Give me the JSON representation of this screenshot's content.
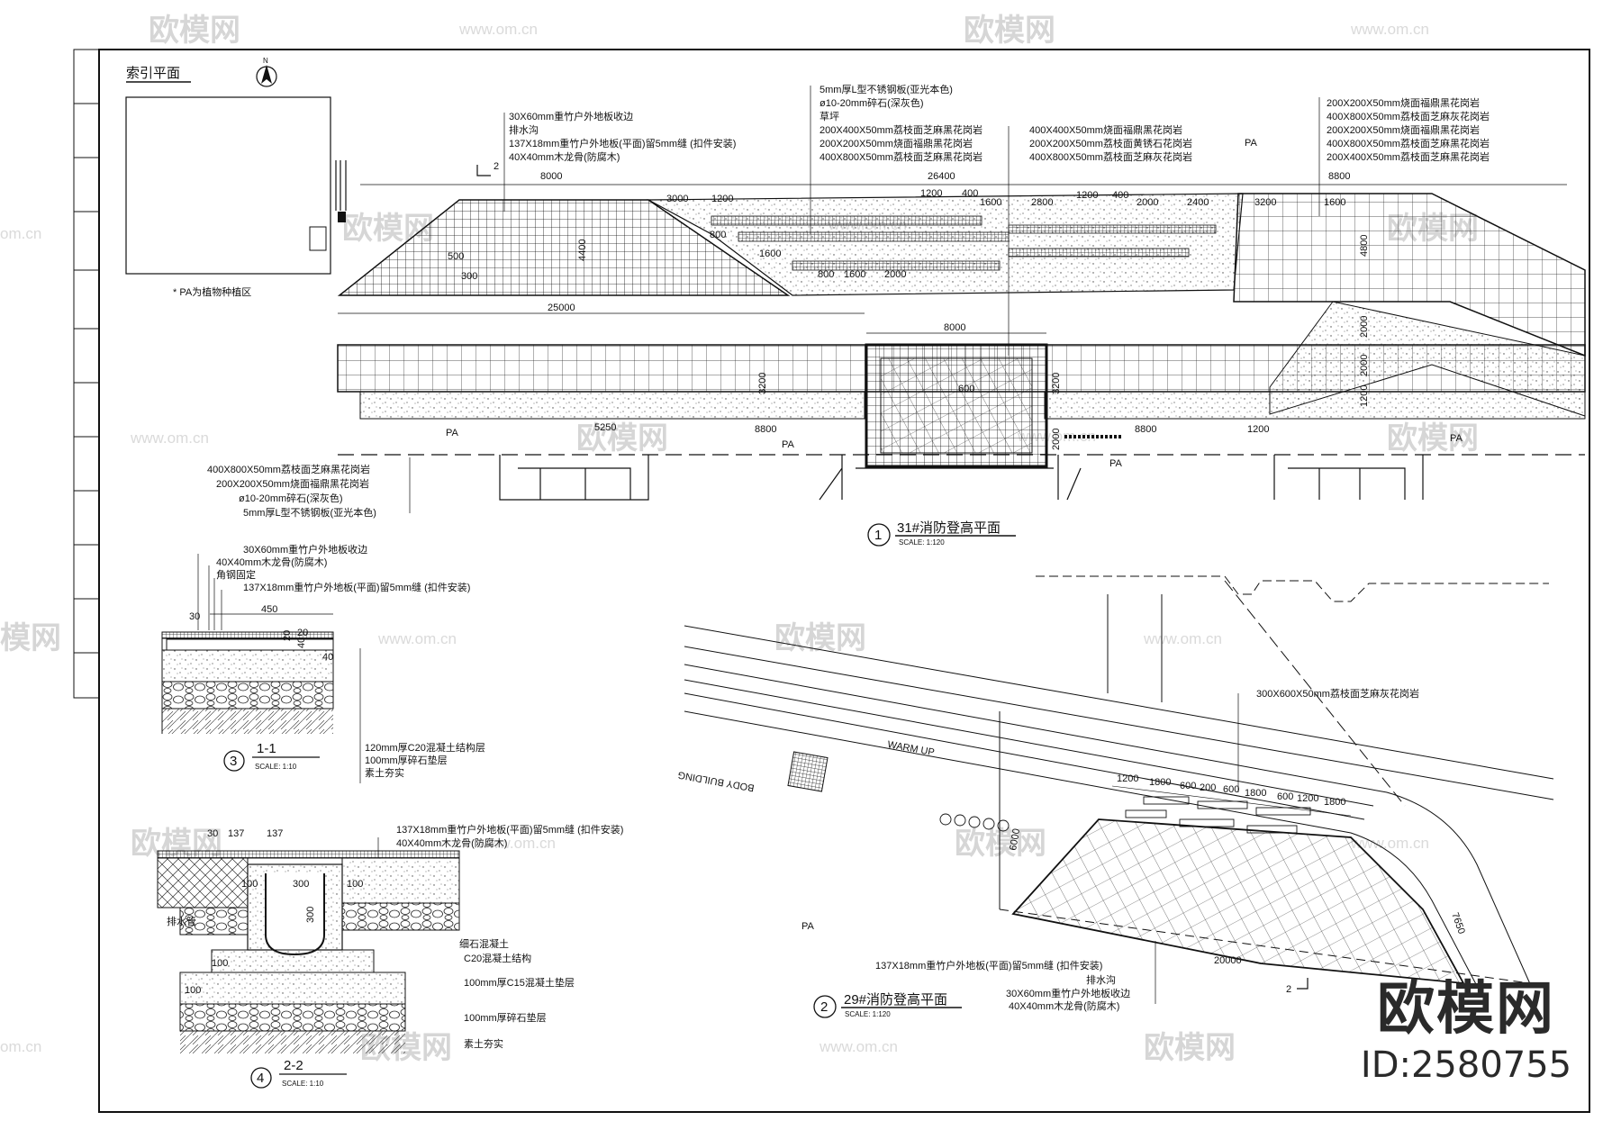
{
  "index_plan": {
    "title": "索引平面",
    "north": "N",
    "note": "* PA为植物种植区"
  },
  "plan1": {
    "number": "1",
    "title": "31#消防登高平面",
    "scale": "SCALE:  1:120",
    "callouts_top_left": [
      "30X60mm重竹户外地板收边",
      "排水沟",
      "137X18mm重竹户外地板(平面)留5mm缝 (扣件安装)",
      "40X40mm木龙骨(防腐木)"
    ],
    "callouts_top_mid": [
      "5mm厚L型不锈钢板(亚光本色)",
      "ø10-20mm碎石(深灰色)",
      "草坪",
      "200X400X50mm荔枝面芝麻黑花岗岩",
      "200X200X50mm烧面福鼎黑花岗岩",
      "400X800X50mm荔枝面芝麻黑花岗岩"
    ],
    "callouts_top_mid2": [
      "400X400X50mm烧面福鼎黑花岗岩",
      "200X200X50mm荔枝面黄锈石花岗岩",
      "400X800X50mm荔枝面芝麻灰花岗岩"
    ],
    "callouts_top_right": [
      "200X200X50mm烧面福鼎黑花岗岩",
      "400X800X50mm荔枝面芝麻灰花岗岩",
      "200X200X50mm烧面福鼎黑花岗岩",
      "400X800X50mm荔枝面芝麻黑花岗岩",
      "200X400X50mm荔枝面芝麻黑花岗岩"
    ],
    "callouts_bottom_left": [
      "400X800X50mm荔枝面芝麻黑花岗岩",
      "200X200X50mm烧面福鼎黑花岗岩",
      "ø10-20mm碎石(深灰色)",
      "5mm厚L型不锈钢板(亚光本色)"
    ],
    "dims": [
      "8000",
      "26400",
      "8800",
      "3000",
      "1200",
      "1200",
      "400",
      "1600",
      "2800",
      "1200",
      "400",
      "2000",
      "2400",
      "3200",
      "1600",
      "800",
      "1600",
      "800",
      "1600",
      "2000",
      "25000",
      "8000",
      "4800",
      "2000",
      "2000",
      "1200",
      "5250",
      "8800",
      "8800",
      "1200",
      "3200",
      "3200",
      "2000",
      "4400",
      "500",
      "300",
      "600"
    ],
    "labels": [
      "PA",
      "PA",
      "PA",
      "PA",
      "PA"
    ],
    "section_mark": "2"
  },
  "plan2": {
    "number": "2",
    "title": "29#消防登高平面",
    "scale": "SCALE:  1:120",
    "callouts": [
      "300X600X50mm荔枝面芝麻灰花岗岩",
      "137X18mm重竹户外地板(平面)留5mm缝 (扣件安装)",
      "排水沟",
      "30X60mm重竹户外地板收边",
      "40X40mm木龙骨(防腐木)"
    ],
    "dims": [
      "1200",
      "1800",
      "600",
      "200",
      "600",
      "1800",
      "600",
      "1200",
      "1800",
      "20000",
      "7650",
      "6000"
    ],
    "road_text": [
      "BODY BUILDING",
      "WARM UP"
    ],
    "labels": [
      "PA"
    ],
    "section_mark": "2"
  },
  "section1": {
    "number": "3",
    "title": "1-1",
    "scale": "SCALE:  1:10",
    "callouts": [
      "30X60mm重竹户外地板收边",
      "40X40mm木龙骨(防腐木)",
      "角钢固定",
      "137X18mm重竹户外地板(平面)留5mm缝 (扣件安装)",
      "120mm厚C20混凝土结构层",
      "100mm厚碎石垫层",
      "素土夯实"
    ],
    "dims": [
      "30",
      "450",
      "20",
      "20",
      "40",
      "40"
    ]
  },
  "section2": {
    "number": "4",
    "title": "2-2",
    "scale": "SCALE:  1:10",
    "callouts": [
      "137X18mm重竹户外地板(平面)留5mm缝 (扣件安装)",
      "40X40mm木龙骨(防腐木)",
      "排水管",
      "细石混凝土",
      "C20混凝土结构",
      "100mm厚C15混凝土垫层",
      "100mm厚碎石垫层",
      "素土夯实"
    ],
    "dims": [
      "30",
      "137",
      "137",
      "100",
      "300",
      "100",
      "300",
      "100",
      "100"
    ]
  },
  "watermarks": {
    "logo_text": "欧模网",
    "url_text": "www.om.cn",
    "short_url": "om.cn",
    "partial": "模网",
    "brand_name": "欧模网",
    "brand_id": "ID:2580755"
  },
  "colors": {
    "line": "#111111",
    "watermark": "#d6d6d6"
  }
}
